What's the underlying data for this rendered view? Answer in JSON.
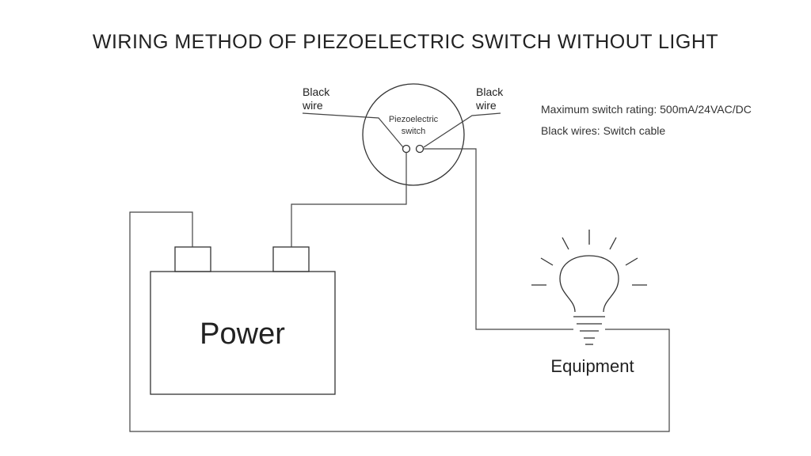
{
  "title": "WIRING METHOD OF PIEZOELECTRIC SWITCH WITHOUT LIGHT",
  "switch": {
    "label_line1": "Piezoelectric",
    "label_line2": "switch"
  },
  "wire_label_left": {
    "line1": "Black",
    "line2": "wire"
  },
  "wire_label_right": {
    "line1": "Black",
    "line2": "wire"
  },
  "notes": {
    "rating": "Maximum switch rating: 500mA/24VAC/DC",
    "wires": "Black wires: Switch cable"
  },
  "power": {
    "label": "Power"
  },
  "equipment": {
    "label": "Equipment"
  },
  "colors": {
    "line": "#444444",
    "text": "#222222",
    "background": "#ffffff"
  }
}
